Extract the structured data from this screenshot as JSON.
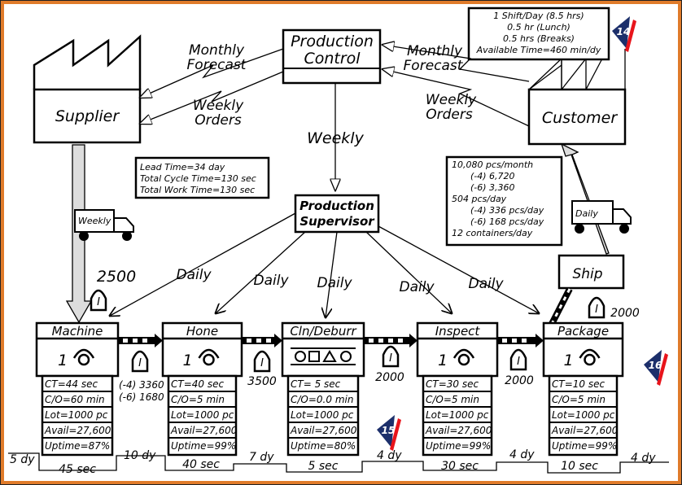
{
  "supplier": {
    "label": "Supplier"
  },
  "customer": {
    "label": "Customer"
  },
  "production_control": {
    "line1": "Production",
    "line2": "Control"
  },
  "production_supervisor": {
    "line1": "Production",
    "line2": "Supervisor"
  },
  "flows": {
    "monthly_forecast_left": [
      "Monthly",
      "Forecast"
    ],
    "weekly_orders_left": [
      "Weekly",
      "Orders"
    ],
    "monthly_forecast_right": [
      "Monthly",
      "Forecast"
    ],
    "weekly_orders_right": [
      "Weekly",
      "Orders"
    ],
    "weekly": "Weekly",
    "daily": [
      "Daily",
      "Daily",
      "Daily",
      "Daily",
      "Daily"
    ]
  },
  "shift_info": [
    "1 Shift/Day (8.5 hrs)",
    "0.5 hr (Lunch)",
    "0.5 hrs (Breaks)",
    "Available Time=460 min/dy"
  ],
  "lead_time_box": [
    "Lead Time=34 day",
    "Total Cycle Time=130 sec",
    "Total Work Time=130 sec"
  ],
  "demand_box": [
    "10,080 pcs/month",
    "(-4) 6,720",
    "(-6) 3,360",
    "504 pcs/day",
    "(-4) 336 pcs/day",
    "(-6) 168 pcs/day",
    "12 containers/day"
  ],
  "trucks": {
    "supplier": "Weekly",
    "customer": "Daily"
  },
  "ship": {
    "label": "Ship",
    "inventory": "2000"
  },
  "raw_inventory": "2500",
  "processes": [
    {
      "name": "Machine",
      "operators": "1",
      "data": [
        "CT=44 sec",
        "C/O=60 min",
        "Lot=1000 pc",
        "Avail=27,600",
        "Uptime=87%"
      ]
    },
    {
      "name": "Hone",
      "operators": "1",
      "data": [
        "CT=40 sec",
        "C/O=5 min",
        "Lot=1000 pc",
        "Avail=27,600",
        "Uptime=99%"
      ]
    },
    {
      "name": "Cln/Deburr",
      "operators": "",
      "data": [
        "CT= 5 sec",
        "C/O=0.0 min",
        "Lot=1000 pc",
        "Avail=27,600",
        "Uptime=80%"
      ]
    },
    {
      "name": "Inspect",
      "operators": "1",
      "data": [
        "CT=30 sec",
        "C/O=5 min",
        "Lot=1000 pc",
        "Avail=27,600",
        "Uptime=99%"
      ]
    },
    {
      "name": "Package",
      "operators": "1",
      "data": [
        "CT=10 sec",
        "C/O=5 min",
        "Lot=1000 pc",
        "Avail=27,600",
        "Uptime=99%"
      ]
    }
  ],
  "inventories": [
    {
      "lines": [
        "(-4) 3360",
        "(-6) 1680"
      ]
    },
    {
      "lines": [
        "3500"
      ]
    },
    {
      "lines": [
        "2000"
      ]
    },
    {
      "lines": [
        "2000"
      ]
    }
  ],
  "timeline": {
    "days": [
      "5 dy",
      "10 dy",
      "7 dy",
      "4 dy",
      "4 dy",
      "4 dy"
    ],
    "secs": [
      "45 sec",
      "40 sec",
      "5 sec",
      "30 sec",
      "10 sec"
    ]
  },
  "badges": [
    "14",
    "15",
    "16"
  ],
  "colors": {
    "frame": "#e07b2a",
    "badge_blue": "#1c2f6b",
    "badge_red": "#e8141b"
  }
}
